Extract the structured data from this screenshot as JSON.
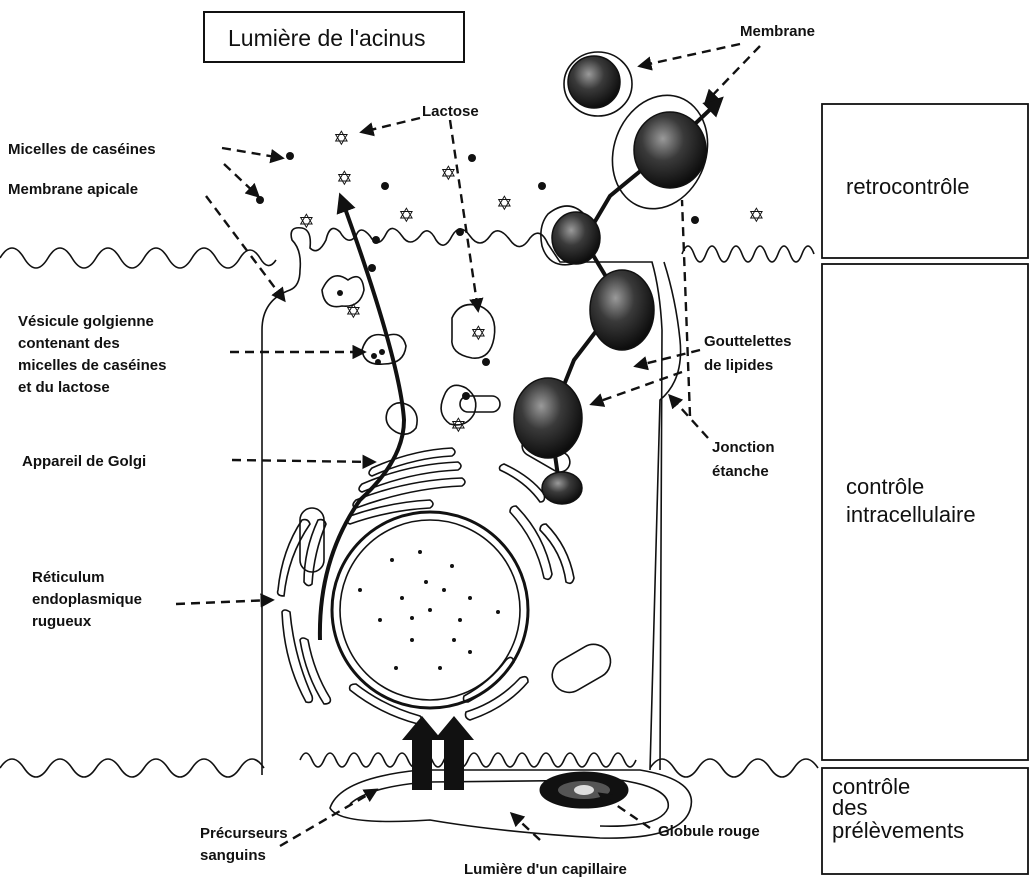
{
  "title": "Lumière de l'acinus",
  "labels": {
    "membrane": "Membrane",
    "lactose": "Lactose",
    "micelles": "Micelles de caséines",
    "membrane_apicale": "Membrane apicale",
    "vesicule": [
      "Vésicule golgienne",
      "contenant des",
      "micelles de caséines",
      "et du lactose"
    ],
    "golgi": "Appareil de Golgi",
    "reticulum": [
      "Réticulum",
      "endoplasmique",
      "rugueux"
    ],
    "gouttelettes": [
      "Gouttelettes",
      "de lipides"
    ],
    "jonction": [
      "Jonction",
      "étanche"
    ],
    "precurseurs": [
      "Précurseurs",
      "sanguins"
    ],
    "globule": "Globule rouge",
    "capillaire": "Lumière d'un capillaire"
  },
  "control_boxes": {
    "retro": [
      "retrocontrôle"
    ],
    "intra": [
      "contrôle",
      "intracellulaire"
    ],
    "prelev": [
      "contrôle",
      "des",
      "prélèvements"
    ]
  },
  "colors": {
    "ink": "#111111",
    "background": "#ffffff"
  }
}
